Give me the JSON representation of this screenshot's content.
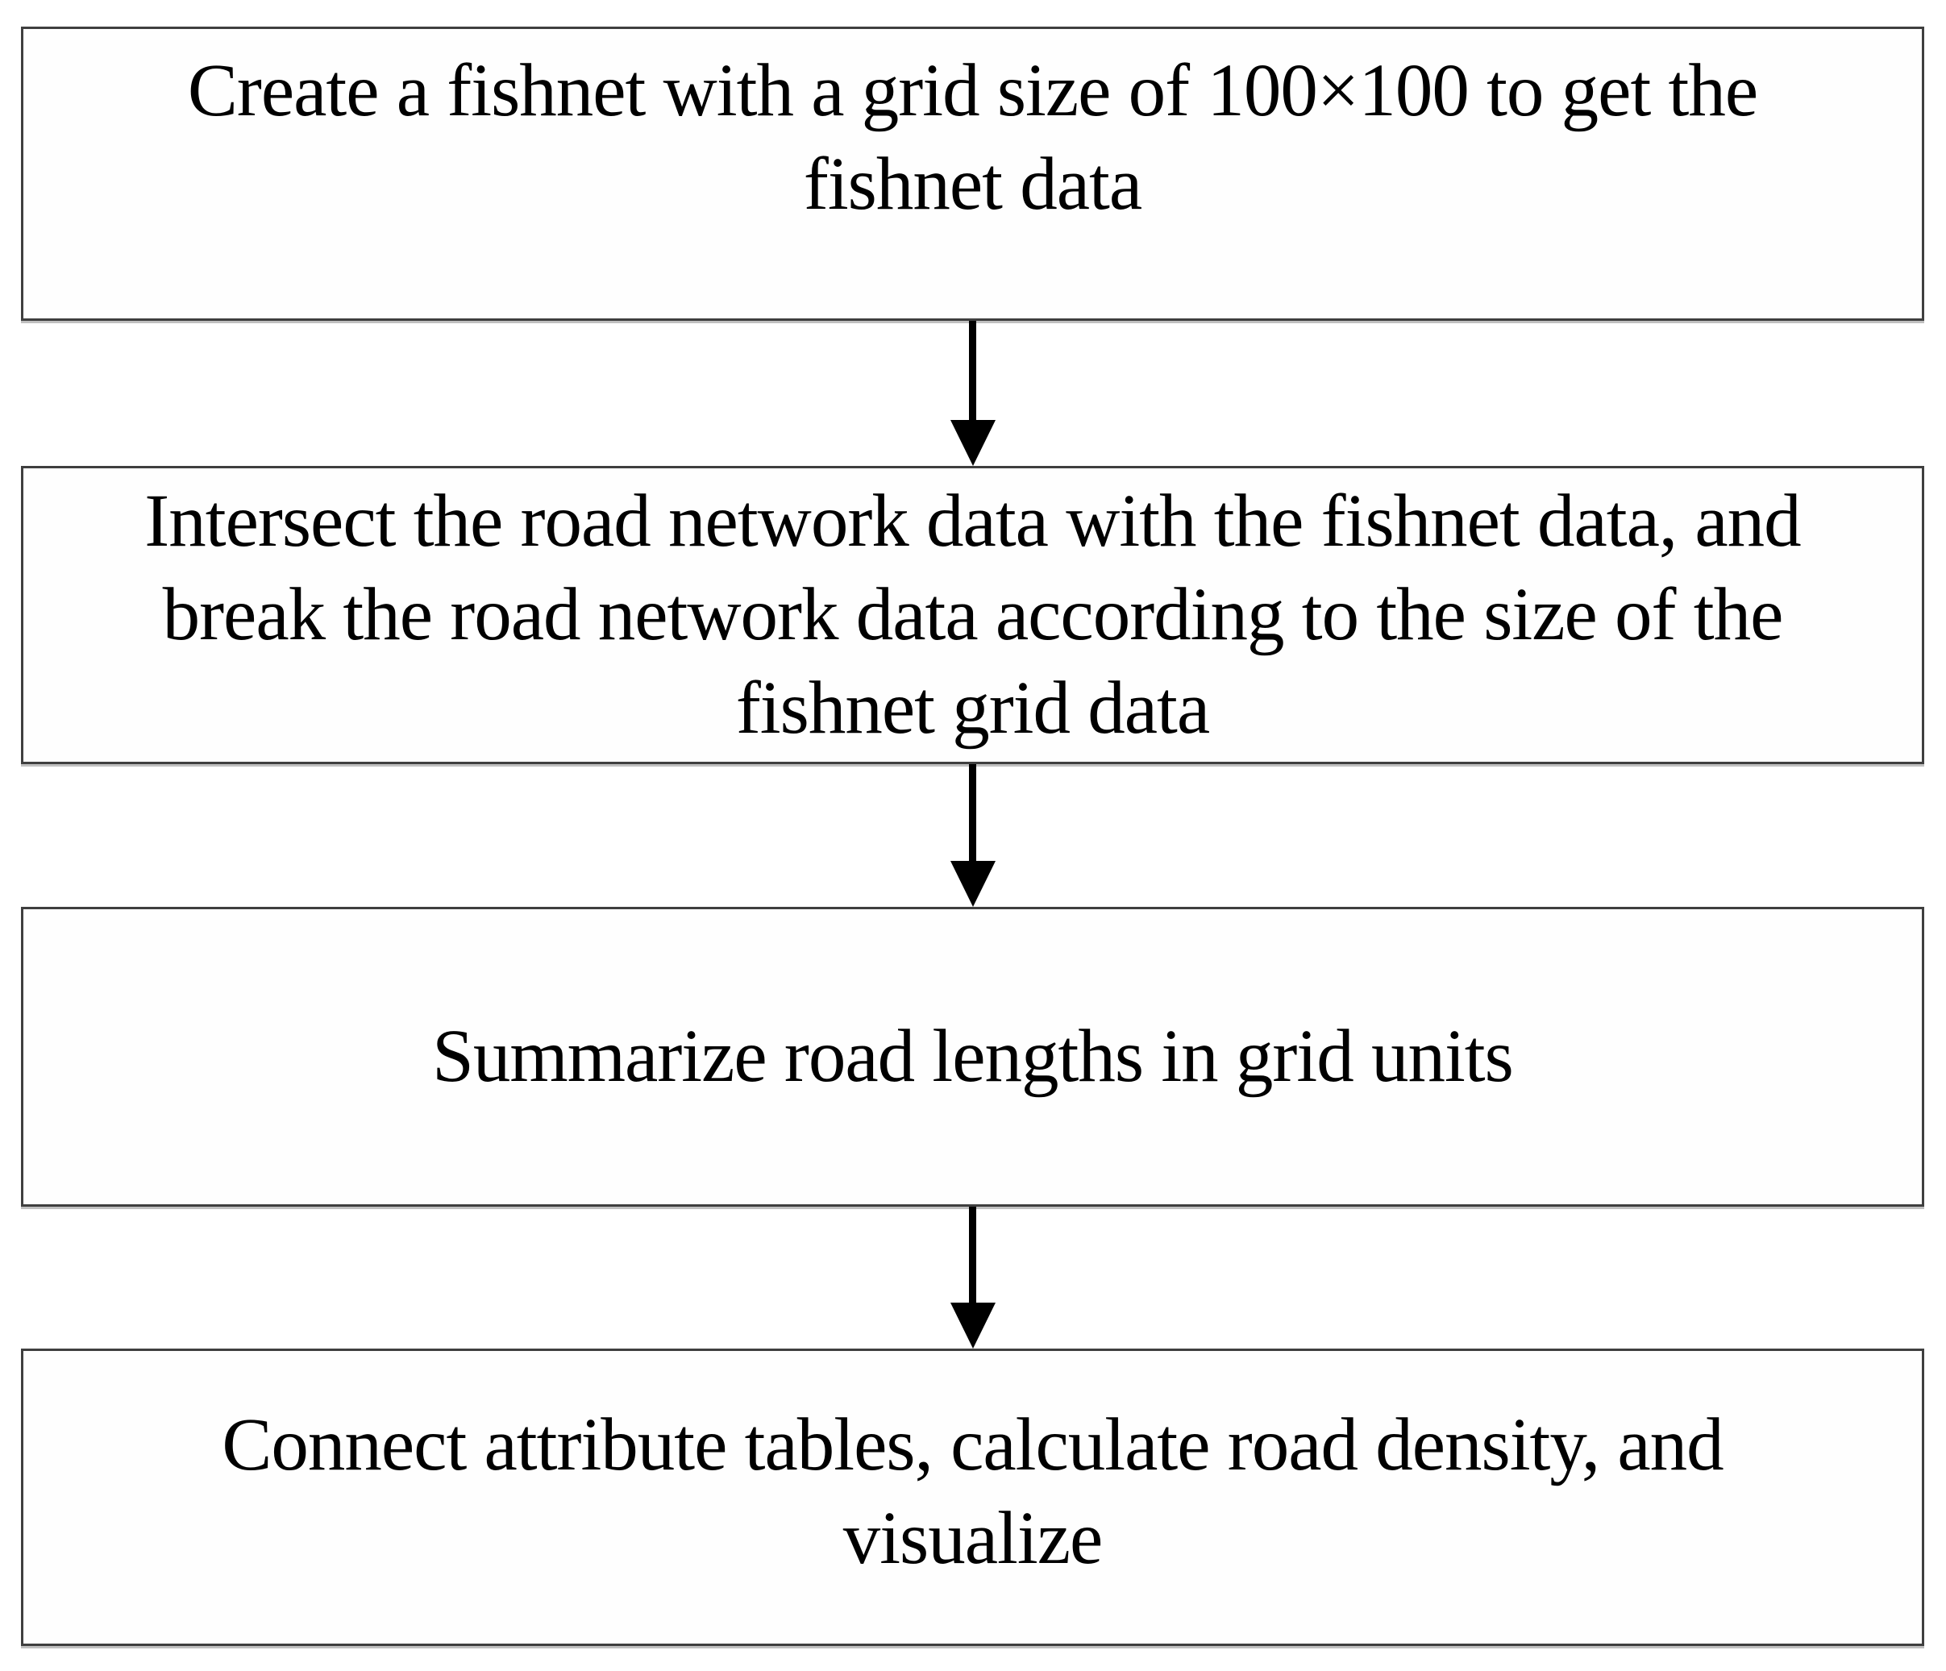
{
  "diagram": {
    "type": "flowchart",
    "colors": {
      "background": "#ffffff",
      "box_border": "#3f3f3f",
      "text": "#000000",
      "arrow": "#000000"
    },
    "connector_icon": "down-arrow",
    "steps": [
      {
        "text": "Create a fishnet with a grid size of 100×100 to get the fishnet data",
        "lines": [
          "Create a fishnet with a grid size of 100×100 to get the",
          "fishnet data"
        ]
      },
      {
        "text": "Intersect the road network data with the fishnet data, and break the road network data according to the size of the fishnet grid data",
        "lines": [
          "Intersect the road network data with the fishnet data, and",
          "break the road network data according to the size of the",
          "fishnet grid data"
        ]
      },
      {
        "text": "Summarize road lengths in grid units",
        "lines": [
          "Summarize road lengths in grid units"
        ]
      },
      {
        "text": "Connect attribute tables, calculate road density, and visualize",
        "lines": [
          "Connect attribute tables, calculate road density, and",
          "visualize"
        ]
      }
    ]
  }
}
